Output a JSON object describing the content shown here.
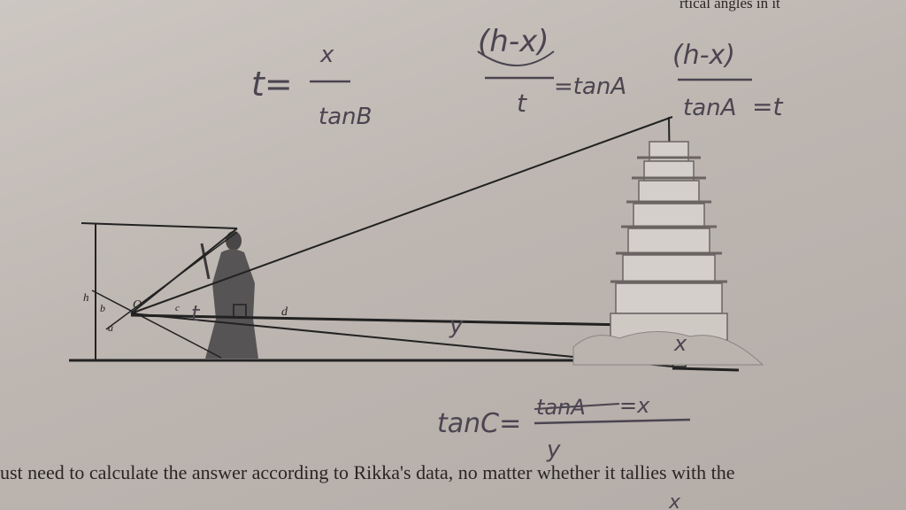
{
  "printed": {
    "top_fragment": "rtical angles in it",
    "bottom_sentence": "ust need to calculate the answer according to Rikka's data, no matter whether it tallies with the"
  },
  "diagram": {
    "labels": {
      "h": "h",
      "a": "a",
      "b": "b",
      "c": "c",
      "d": "d",
      "o": "O"
    }
  },
  "handwriting": {
    "eq1_lhs": "t=",
    "eq1_num": "x",
    "eq1_den": "tanB",
    "eq2_num": "(h-x)",
    "eq2_den": "t",
    "eq2_rhs": "=tanA",
    "eq3_num": "(h-x)",
    "eq3_den": "tanA",
    "eq3_rhs": "=t",
    "diag_t": "t",
    "diag_y": "y",
    "diag_x": "x",
    "eq4_lhs": "tanC=",
    "eq4_num": "tanA",
    "eq4_rhs": "=x",
    "eq4_den": "y",
    "stray_x": "x"
  },
  "colors": {
    "paper": "#c8c2bd",
    "ink_print": "#2a2624",
    "ink_pen": "#4a4550"
  }
}
